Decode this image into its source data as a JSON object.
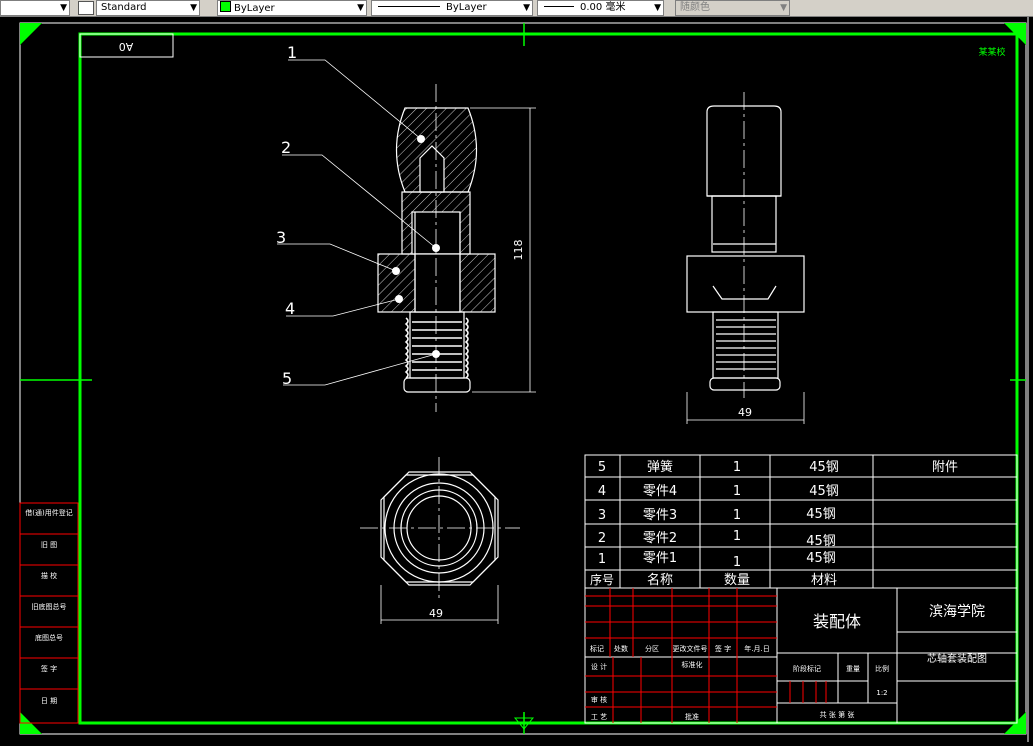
{
  "toolbar": {
    "text_style": "Standard",
    "layer": "ByLayer",
    "linetype": "ByLayer",
    "lineweight": "0.00 毫米",
    "plot_color": "随颜色",
    "swatch_color": "#00ff00"
  },
  "drawing": {
    "sheet_size": "A0",
    "stamp": "某某校",
    "balloons": [
      "1",
      "2",
      "3",
      "4",
      "5"
    ],
    "dim_height": "118",
    "dim_width_side": "49",
    "dim_width_top": "49"
  },
  "left_strip": [
    "借(通)用件登记",
    "旧 图",
    "描 校",
    "旧底图总号",
    "底图总号",
    "签 字",
    "日 期"
  ],
  "bom": {
    "header": {
      "no": "序号",
      "name": "名称",
      "qty": "数量",
      "material": "材料"
    },
    "rows": [
      {
        "no": "5",
        "name": "弹簧",
        "qty": "1",
        "material": "45钢",
        "note": "附件"
      },
      {
        "no": "4",
        "name": "零件4",
        "qty": "1",
        "material": "45钢",
        "note": ""
      },
      {
        "no": "3",
        "name": "零件3",
        "qty": "1",
        "material": "45钢",
        "note": ""
      },
      {
        "no": "2",
        "name": "零件2",
        "qty": "1",
        "material": "45钢",
        "note": ""
      },
      {
        "no": "1",
        "name": "零件1",
        "qty": "1",
        "material": "45钢",
        "note": ""
      }
    ]
  },
  "title_block": {
    "drawing_name": "装配体",
    "school": "滨海学院",
    "drawing_title": "芯轴套装配图",
    "scale": "1:2",
    "labels": {
      "mark": "标记",
      "count": "处数",
      "zone": "分区",
      "change_doc": "更改文件号",
      "sign": "签 字",
      "date": "年.月.日",
      "design": "设 计",
      "standard": "标准化",
      "review": "审 核",
      "process": "工 艺",
      "approve": "批准",
      "stage": "阶段标记",
      "weight": "重量",
      "ratio": "比例",
      "sheets": "共  张 第  张"
    }
  }
}
